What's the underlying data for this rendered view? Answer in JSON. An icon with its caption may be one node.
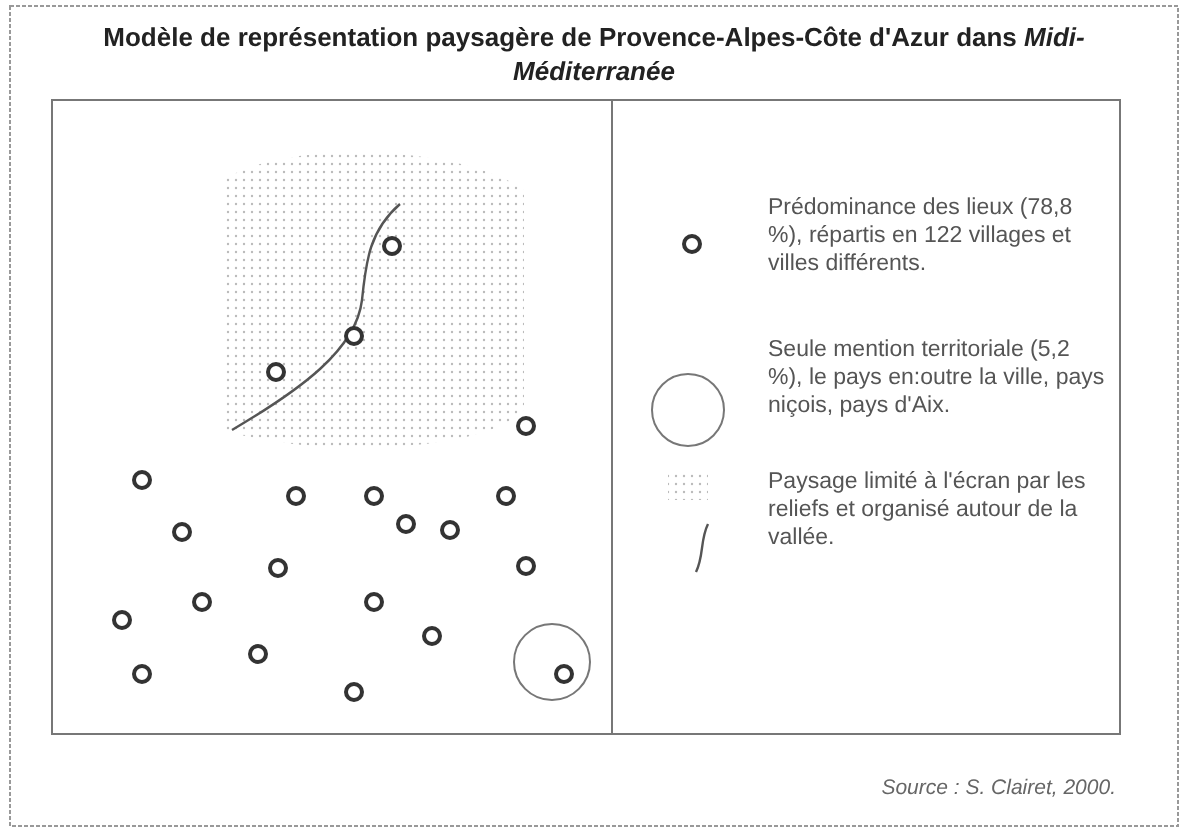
{
  "diagram": {
    "title": "Modèle de représentation paysagère de Provence-Alpes-Côte d'Azur dans *Midi-Méditerranée*",
    "caption": "Source : S. Clairet, 2000.",
    "legend": [
      {
        "text": "Prédominance des lieux (78,8 %), répartis en 122 villages et villes différents."
      },
      {
        "text": "Seule mention territoriale (5,2 %), le pays en:outre la ville, pays niçois, pays d'Aix."
      },
      {
        "text": "Paysage limité à l'écran par les reliefs et organisé autour de la vallée."
      }
    ]
  }
}
